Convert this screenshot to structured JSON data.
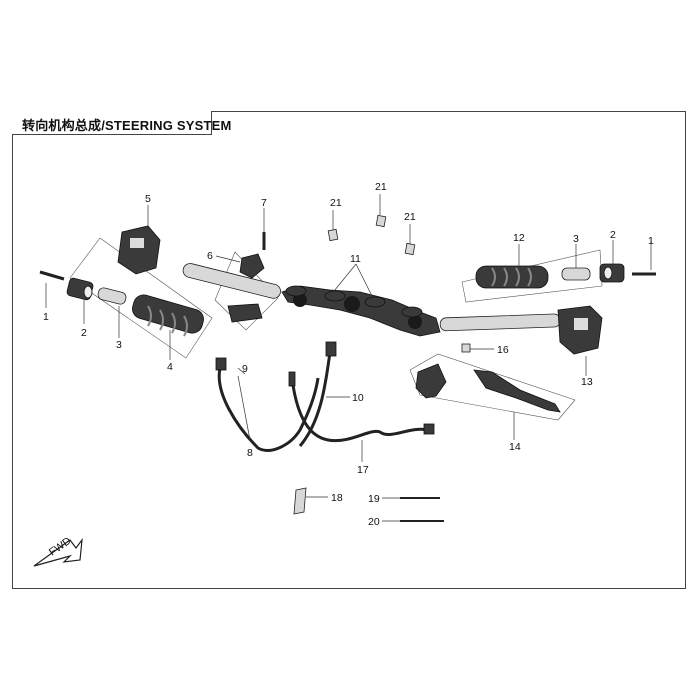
{
  "title": "转向机构总成/STEERING SYSTEM",
  "fwd_label": "FWD",
  "callouts": {
    "c1_left": "1",
    "c1_right": "1",
    "c2_left": "2",
    "c2_right": "2",
    "c3_left": "3",
    "c3_right": "3",
    "c4": "4",
    "c5": "5",
    "c6": "6",
    "c7": "7",
    "c8": "8",
    "c9": "9",
    "c10": "10",
    "c11": "11",
    "c12": "12",
    "c13": "13",
    "c14": "14",
    "c16": "16",
    "c17": "17",
    "c18": "18",
    "c19": "19",
    "c20": "20",
    "c21_a": "21",
    "c21_b": "21",
    "c21_c": "21"
  },
  "colors": {
    "frame": "#444444",
    "part_dark": "#3a3a3a",
    "part_light": "#d8d8d8"
  }
}
